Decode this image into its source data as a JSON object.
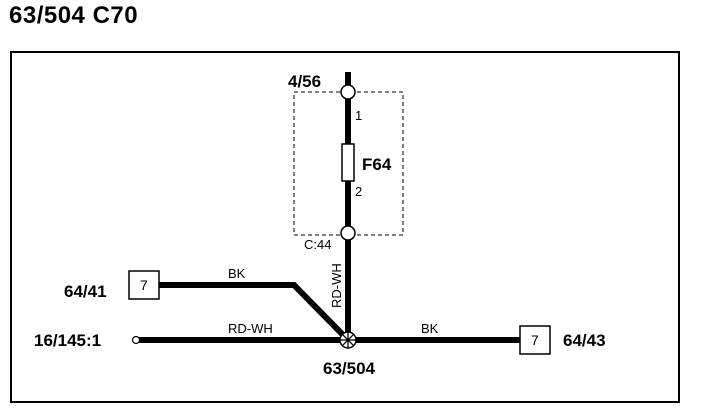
{
  "title": "63/504 C70",
  "nodes": {
    "top_ref": "4/56",
    "fuse_name": "F64",
    "fuse_pin_top": "1",
    "fuse_pin_bottom": "2",
    "connector_bottom": "C:44",
    "left_upper_ref": "64/41",
    "left_upper_box": "7",
    "left_lower_ref": "16/145:1",
    "right_ref": "64/43",
    "right_box": "7",
    "splice_ref": "63/504"
  },
  "wires": {
    "vertical_color": "RD-WH",
    "upper_left_color": "BK",
    "lower_left_color": "RD-WH",
    "right_color": "BK"
  }
}
